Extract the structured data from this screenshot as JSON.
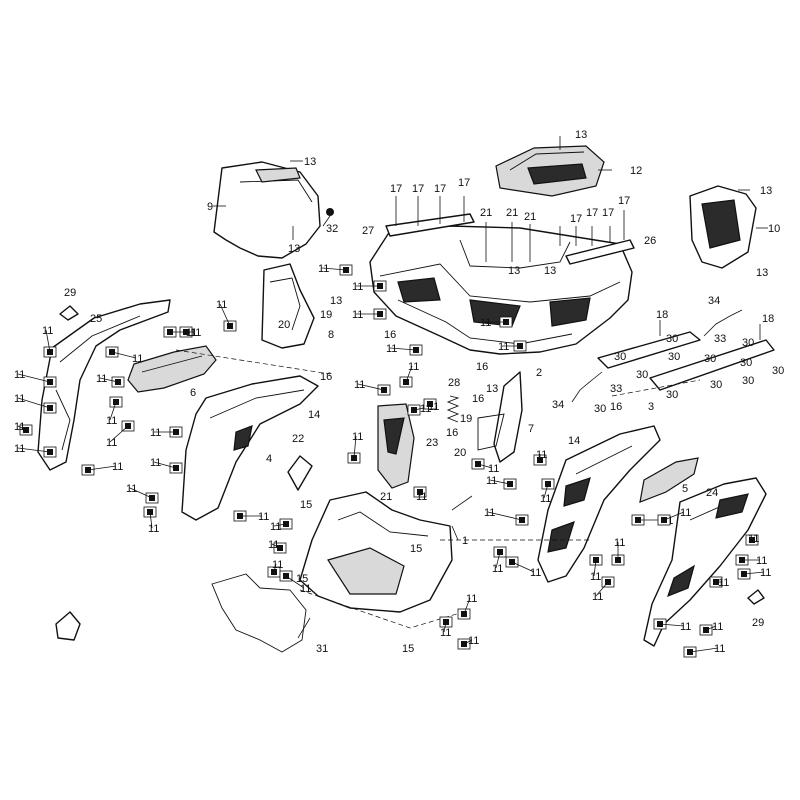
{
  "diagram": {
    "type": "exploded-parts-view",
    "callouts": [
      {
        "id": "c1",
        "text": "1"
      },
      {
        "id": "c2",
        "text": "2"
      },
      {
        "id": "c3",
        "text": "3"
      },
      {
        "id": "c4",
        "text": "4"
      },
      {
        "id": "c5",
        "text": "5"
      },
      {
        "id": "c6",
        "text": "6"
      },
      {
        "id": "c7",
        "text": "7"
      },
      {
        "id": "c8",
        "text": "8"
      },
      {
        "id": "c9",
        "text": "9"
      },
      {
        "id": "c10",
        "text": "10"
      },
      {
        "id": "c12",
        "text": "12"
      },
      {
        "id": "c13a",
        "text": "13"
      },
      {
        "id": "c13b",
        "text": "13"
      },
      {
        "id": "c13c",
        "text": "13"
      },
      {
        "id": "c13d",
        "text": "13"
      },
      {
        "id": "c13e",
        "text": "13"
      },
      {
        "id": "c13f",
        "text": "13"
      },
      {
        "id": "c13g",
        "text": "13"
      },
      {
        "id": "c13h",
        "text": "13"
      },
      {
        "id": "c13i",
        "text": "13"
      },
      {
        "id": "c14a",
        "text": "14"
      },
      {
        "id": "c14b",
        "text": "14"
      },
      {
        "id": "c15a",
        "text": "15"
      },
      {
        "id": "c15b",
        "text": "15"
      },
      {
        "id": "c15c",
        "text": "15"
      },
      {
        "id": "c15d",
        "text": "15"
      },
      {
        "id": "c16a",
        "text": "16"
      },
      {
        "id": "c16b",
        "text": "16"
      },
      {
        "id": "c16c",
        "text": "16"
      },
      {
        "id": "c16d",
        "text": "16"
      },
      {
        "id": "c16e",
        "text": "16"
      },
      {
        "id": "c16f",
        "text": "16"
      },
      {
        "id": "c17a",
        "text": "17"
      },
      {
        "id": "c17b",
        "text": "17"
      },
      {
        "id": "c17c",
        "text": "17"
      },
      {
        "id": "c17d",
        "text": "17"
      },
      {
        "id": "c17e",
        "text": "17"
      },
      {
        "id": "c17f",
        "text": "17"
      },
      {
        "id": "c17g",
        "text": "17"
      },
      {
        "id": "c17h",
        "text": "17"
      },
      {
        "id": "c18a",
        "text": "18"
      },
      {
        "id": "c18b",
        "text": "18"
      },
      {
        "id": "c19a",
        "text": "19"
      },
      {
        "id": "c19b",
        "text": "19"
      },
      {
        "id": "c20a",
        "text": "20"
      },
      {
        "id": "c20b",
        "text": "20"
      },
      {
        "id": "c21a",
        "text": "21"
      },
      {
        "id": "c21b",
        "text": "21"
      },
      {
        "id": "c21c",
        "text": "21"
      },
      {
        "id": "c21d",
        "text": "21"
      },
      {
        "id": "c22",
        "text": "22"
      },
      {
        "id": "c23",
        "text": "23"
      },
      {
        "id": "c24",
        "text": "24"
      },
      {
        "id": "c25",
        "text": "25"
      },
      {
        "id": "c26",
        "text": "26"
      },
      {
        "id": "c27",
        "text": "27"
      },
      {
        "id": "c28",
        "text": "28"
      },
      {
        "id": "c29a",
        "text": "29"
      },
      {
        "id": "c29b",
        "text": "29"
      },
      {
        "id": "c30a",
        "text": "30"
      },
      {
        "id": "c30b",
        "text": "30"
      },
      {
        "id": "c30c",
        "text": "30"
      },
      {
        "id": "c30d",
        "text": "30"
      },
      {
        "id": "c30e",
        "text": "30"
      },
      {
        "id": "c30f",
        "text": "30"
      },
      {
        "id": "c30g",
        "text": "30"
      },
      {
        "id": "c30h",
        "text": "30"
      },
      {
        "id": "c30i",
        "text": "30"
      },
      {
        "id": "c30j",
        "text": "30"
      },
      {
        "id": "c30k",
        "text": "30"
      },
      {
        "id": "c30l",
        "text": "30"
      },
      {
        "id": "c31",
        "text": "31"
      },
      {
        "id": "c32",
        "text": "32"
      },
      {
        "id": "c33a",
        "text": "33"
      },
      {
        "id": "c33b",
        "text": "33"
      },
      {
        "id": "c34a",
        "text": "34"
      },
      {
        "id": "c34b",
        "text": "34"
      }
    ],
    "clip_label": "11"
  }
}
